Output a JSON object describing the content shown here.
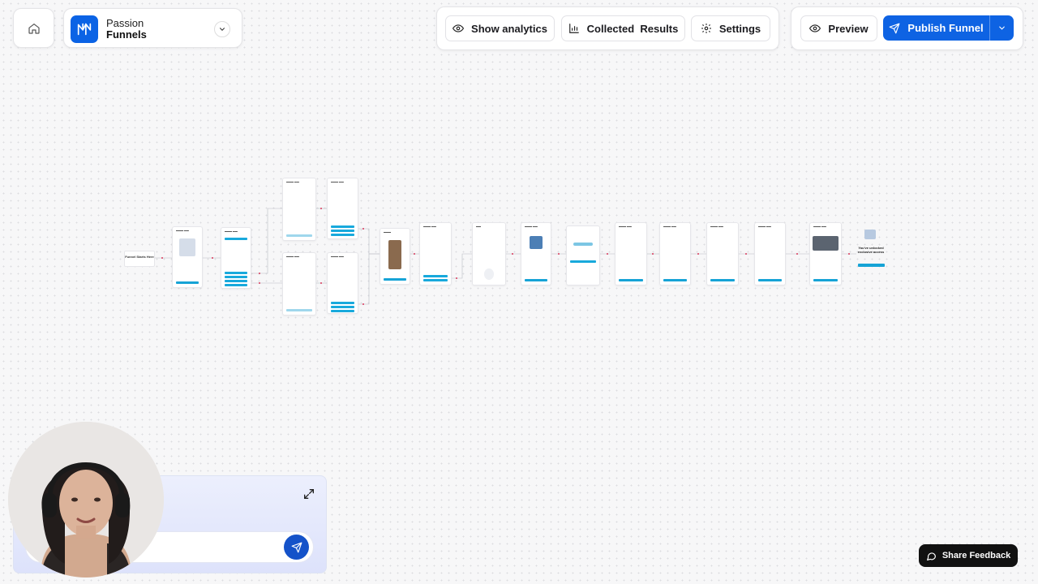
{
  "brand": {
    "line1": "Passion",
    "line2": "Funnels"
  },
  "toolbar": {
    "show_analytics": "Show analytics",
    "collected_results": "Collected  Results",
    "settings": "Settings",
    "preview": "Preview",
    "publish": "Publish Funnel"
  },
  "canvas": {
    "start_label": "Funnel Starts Here",
    "end_label": "You've unlocked exclusive access"
  },
  "chat": {
    "input_value": "",
    "input_placeholder": ""
  },
  "feedback": {
    "label": "Share Feedback"
  },
  "colors": {
    "accent": "#0e63e3",
    "flow_button": "#16a3d6",
    "feedback_bg": "#111111"
  },
  "icons": [
    "home-icon",
    "brand-logo-icon",
    "chevron-down-icon",
    "eye-icon",
    "bar-chart-icon",
    "gear-icon",
    "send-icon",
    "expand-icon",
    "chat-bubble-icon"
  ]
}
